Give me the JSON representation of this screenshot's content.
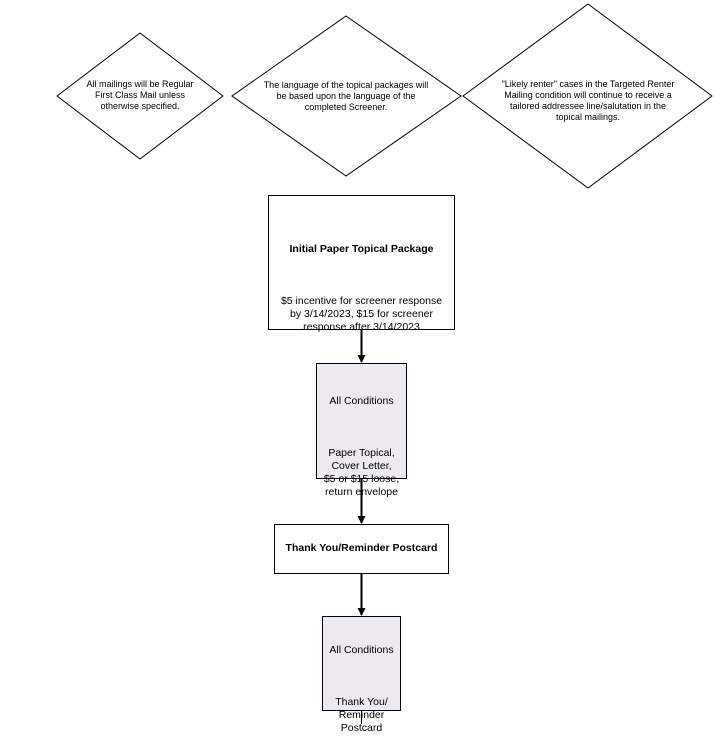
{
  "notes": [
    {
      "text": "All mailings will be Regular\nFirst Class Mail unless\notherwise specified."
    },
    {
      "text": "The language of the topical packages will\nbe based upon the language of the\ncompleted Screener."
    },
    {
      "text": "\"Likely renter\" cases in the Targeted Renter\nMailing condition will continue to receive a\ntailored addressee line/salutation in the\ntopical mailings."
    }
  ],
  "steps": [
    {
      "title": "Initial Paper Topical Package",
      "body": "$5 incentive for screener response\nby 3/14/2023, $15 for screener\nresponse after 3/14/2023"
    },
    {
      "title": "All Conditions",
      "body": "Paper Topical,\nCover Letter,\n$5 or $15 loose,\nreturn envelope"
    },
    {
      "title": "Thank You/Reminder Postcard"
    },
    {
      "title": "All Conditions",
      "body": "Thank You/\nReminder\nPostcard"
    }
  ],
  "colors": {
    "line": "#000000",
    "condition_fill": "#ece9f0",
    "box_fill": "#ffffff"
  }
}
